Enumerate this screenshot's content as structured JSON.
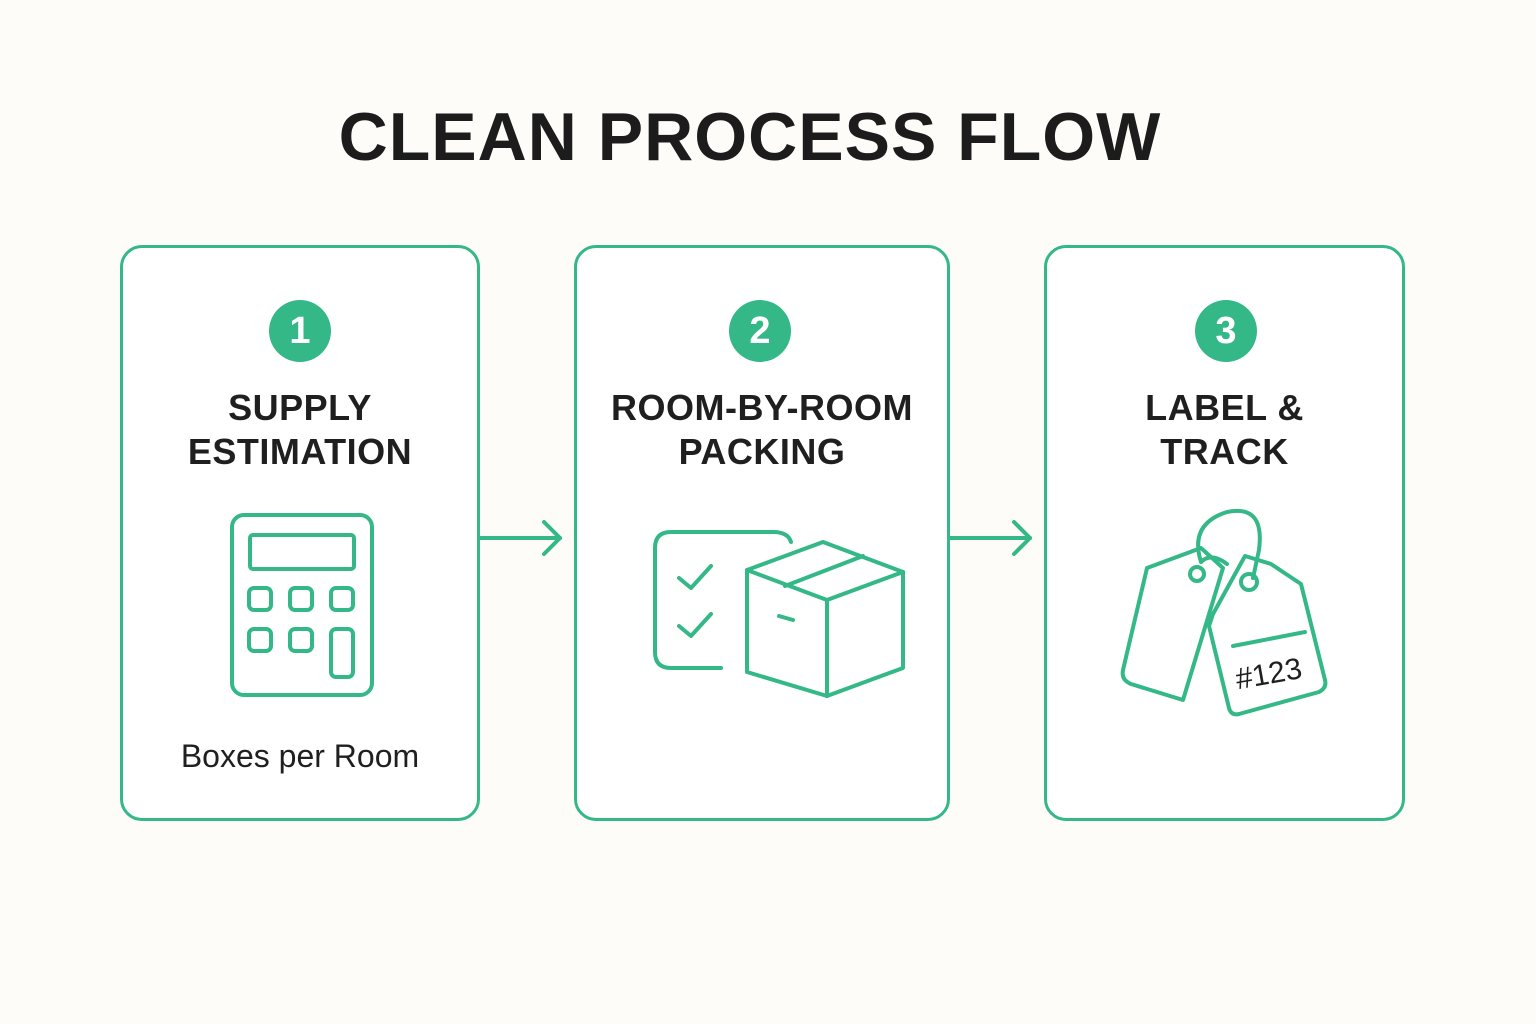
{
  "title": "CLEAN PROCESS FLOW",
  "accent_color": "#34b887",
  "steps": [
    {
      "number": "1",
      "title_lines": [
        "SUPPLY",
        "ESTIMATION"
      ],
      "icon": "calculator-icon",
      "caption": "Boxes per Room"
    },
    {
      "number": "2",
      "title_lines": [
        "ROOM-BY-ROOM",
        "PACKING"
      ],
      "icon": "checklist-box-icon",
      "caption": ""
    },
    {
      "number": "3",
      "title_lines": [
        "LABEL &",
        "TRACK"
      ],
      "icon": "tags-icon",
      "tag_text": "#123"
    }
  ],
  "connectors": [
    "arrow-right-icon",
    "arrow-right-icon"
  ]
}
